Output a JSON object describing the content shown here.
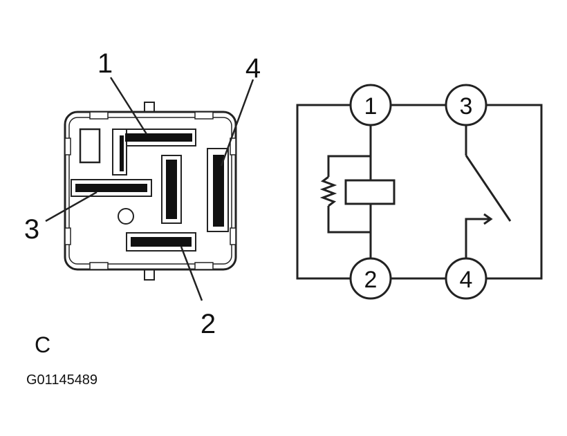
{
  "connector": {
    "pin_labels": [
      "1",
      "2",
      "3",
      "4"
    ]
  },
  "schematic": {
    "node_labels": [
      "1",
      "3",
      "2",
      "4"
    ]
  },
  "view_letter": "C",
  "figure_id": "G01145489",
  "colors": {
    "ink": "#111111",
    "background": "#ffffff"
  }
}
